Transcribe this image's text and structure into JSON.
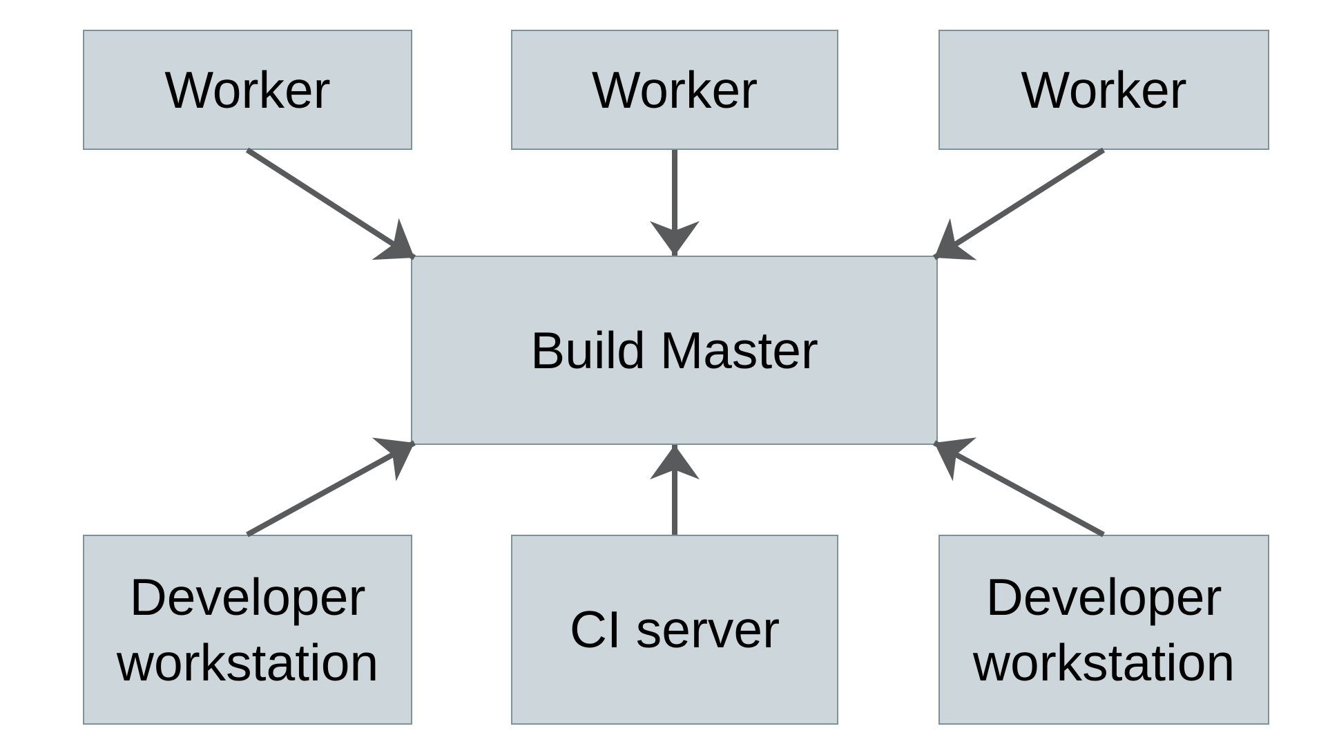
{
  "diagram": {
    "type": "architecture-diagram",
    "nodes": [
      {
        "id": "worker-1",
        "label": "Worker"
      },
      {
        "id": "worker-2",
        "label": "Worker"
      },
      {
        "id": "worker-3",
        "label": "Worker"
      },
      {
        "id": "build-master",
        "label": "Build Master"
      },
      {
        "id": "developer-workstation-left",
        "label": "Developer workstation"
      },
      {
        "id": "ci-server",
        "label": "CI server"
      },
      {
        "id": "developer-workstation-right",
        "label": "Developer workstation"
      }
    ],
    "edges": [
      {
        "from": "worker-1",
        "to": "build-master"
      },
      {
        "from": "worker-2",
        "to": "build-master"
      },
      {
        "from": "worker-3",
        "to": "build-master"
      },
      {
        "from": "developer-workstation-left",
        "to": "build-master"
      },
      {
        "from": "ci-server",
        "to": "build-master"
      },
      {
        "from": "developer-workstation-right",
        "to": "build-master"
      }
    ],
    "colors": {
      "node_fill": "#cdd6da",
      "node_border": "#7b919c",
      "arrow": "#595a5c",
      "text": "#000000",
      "background": "#ffffff"
    }
  }
}
